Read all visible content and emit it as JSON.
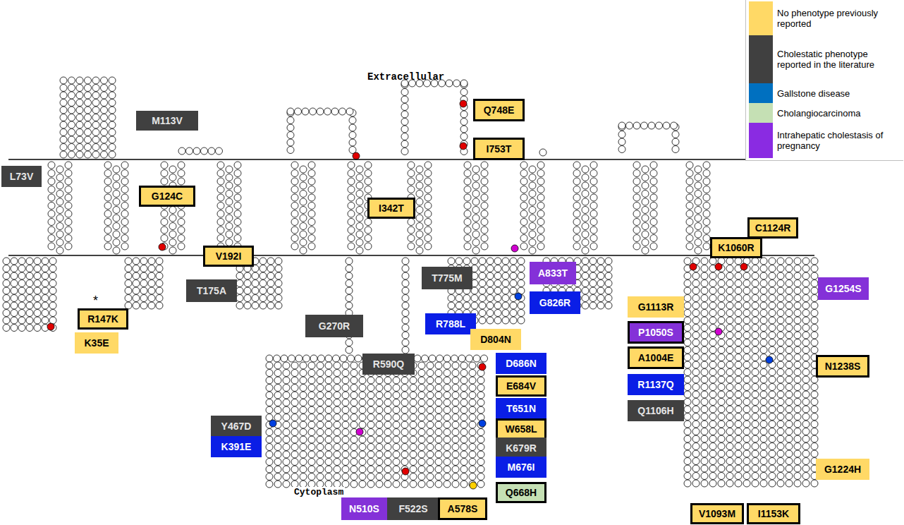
{
  "diagram": {
    "nodes": [
      {
        "text": [
          "M113V"
        ]
      },
      {
        "text": [
          "Q748E"
        ]
      },
      {
        "text": [
          "I753T"
        ]
      },
      {
        "text": [
          "L73V"
        ]
      },
      {
        "text": [
          "G124C"
        ]
      },
      {
        "text": [
          "I342T"
        ]
      },
      {
        "text": [
          "C1124R"
        ]
      },
      {
        "text": [
          "K1060R"
        ]
      },
      {
        "text": [
          "V192I"
        ]
      },
      {
        "text": [
          "A833T"
        ]
      },
      {
        "text": [
          "T775M"
        ]
      },
      {
        "text": [
          "G1254S"
        ]
      },
      {
        "text": [
          "T175A"
        ]
      },
      {
        "text": [
          "G826R"
        ]
      },
      {
        "text": [
          "G1113R"
        ]
      },
      {
        "text": [
          "R147K"
        ]
      },
      {
        "text": [
          "R788L"
        ]
      },
      {
        "text": [
          "G270R"
        ]
      },
      {
        "text": [
          "P1050S"
        ]
      },
      {
        "text": [
          "D804N"
        ]
      },
      {
        "text": [
          "K35E"
        ]
      },
      {
        "text": [
          "A1004E"
        ]
      },
      {
        "text": [
          "R590Q"
        ]
      },
      {
        "text": [
          "D686N"
        ]
      },
      {
        "text": [
          "N1238S"
        ]
      },
      {
        "text": [
          "R1137Q"
        ]
      },
      {
        "text": [
          "E684V"
        ]
      },
      {
        "text": [
          "T651N"
        ]
      },
      {
        "text": [
          "Q1106H"
        ]
      },
      {
        "text": [
          "Y467D"
        ]
      },
      {
        "text": [
          "W658L"
        ]
      },
      {
        "text": [
          "K391E"
        ]
      },
      {
        "text": [
          "K679R"
        ]
      },
      {
        "text": [
          "M676I"
        ]
      },
      {
        "text": [
          "G1224H"
        ]
      },
      {
        "text": [
          "Q668H"
        ]
      },
      {
        "text": [
          "N510S"
        ]
      },
      {
        "text": [
          "F522S"
        ]
      },
      {
        "text": [
          "A578S"
        ]
      },
      {
        "text": [
          "V1093M"
        ]
      },
      {
        "text": [
          "I1153K"
        ]
      }
    ],
    "labels": [
      "Extracellular",
      "*",
      "Cytoplasm"
    ],
    "legend": [
      {
        "text": "No phenotype previously reported",
        "color": "#FFD966"
      },
      {
        "text": "Cholestatic phenotype reported in the literature",
        "color": "#404040"
      },
      {
        "text": "Gallstone disease",
        "color": "#0070C0"
      },
      {
        "text": "Cholangiocarcinoma",
        "color": "#C5E0B4"
      },
      {
        "text": "Intrahepatic cholestasis of pregnancy",
        "color": "#8A2BE2"
      }
    ]
  }
}
